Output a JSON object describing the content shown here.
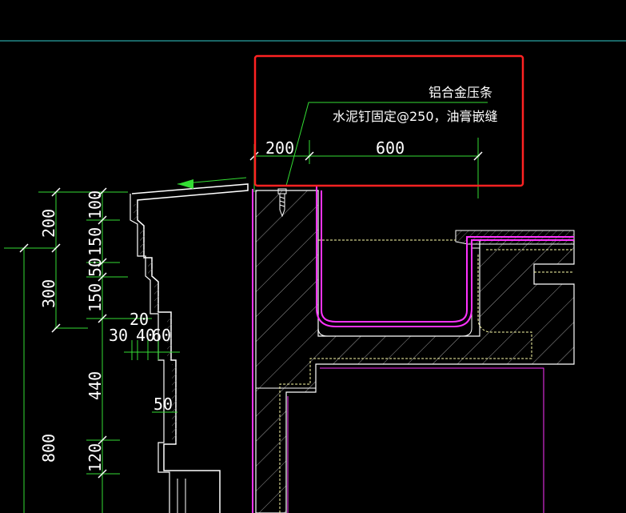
{
  "annotations": {
    "material_label": "铝合金压条",
    "fixing_label": "水泥钉固定@250，油膏嵌缝"
  },
  "dimensions": {
    "top_left": "200",
    "top_right": "600",
    "left_outer": [
      "200",
      "300",
      "800"
    ],
    "left_inner": [
      "100",
      "150",
      "50",
      "150",
      "440",
      "120"
    ],
    "small_20": "20",
    "small_30": "30",
    "small_40": "40",
    "small_60": "60",
    "small_50": "50"
  },
  "colors": {
    "background": "#000000",
    "dimension_line": "#33dd33",
    "outline": "#ffffff",
    "membrane": "#ff33ff",
    "hatch": "#aaaaaa",
    "highlight_box": "#ff2222",
    "dashed": "#ffffaa",
    "horizon": "#33cccc"
  }
}
